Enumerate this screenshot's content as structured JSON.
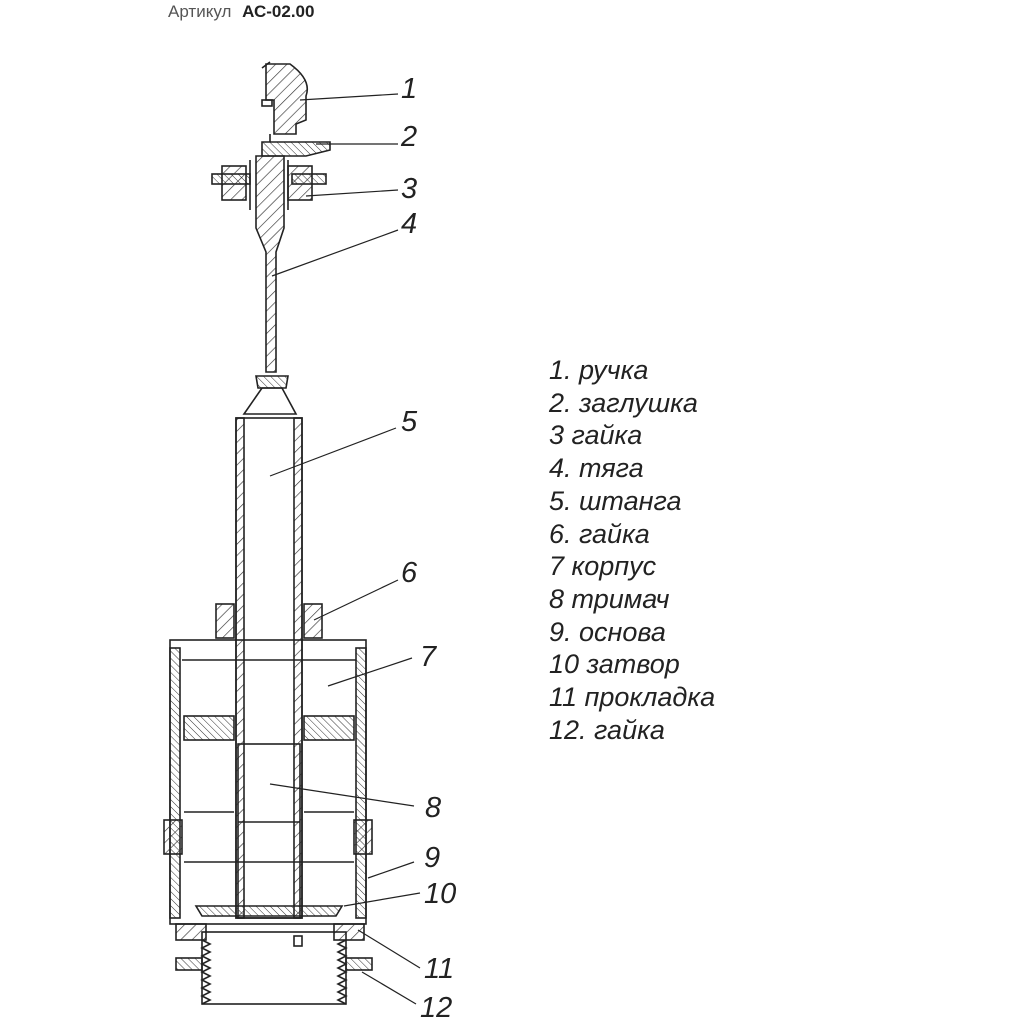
{
  "header": {
    "article_label": "Артикул",
    "article_code": "АС-02.00"
  },
  "callouts": [
    "1",
    "2",
    "3",
    "4",
    "5",
    "6",
    "7",
    "8",
    "9",
    "10",
    "11",
    "12"
  ],
  "legend": [
    "1. ручка",
    "2. заглушка",
    "3  гайка",
    "4. тяга",
    "5. штанга",
    "6. гайка",
    "7  корпус",
    "8  тримач",
    "9. основа",
    "10  затвор",
    "11  прокладка",
    "12. гайка"
  ]
}
